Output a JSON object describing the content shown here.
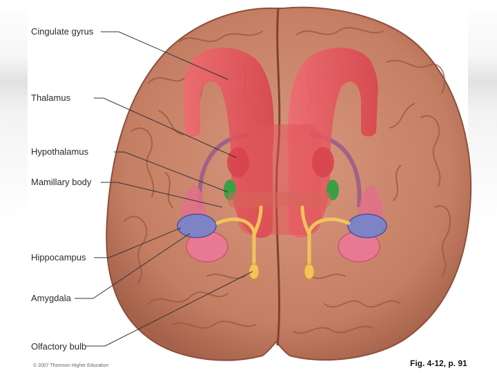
{
  "labels": [
    "Cingulate gyrus",
    "Thalamus",
    "Hypothalamus",
    "Mamillary body",
    "Hippocampus",
    "Amygdala",
    "Olfactory bulb"
  ],
  "copyright": "© 2007 Thomson Higher Education",
  "caption": "Fig. 4-12, p. 91",
  "colors": {
    "brain": "#c9846a",
    "cingulate": "#e2525a",
    "hippocampus": "#7e83c6",
    "amygdala": "#e77a92",
    "olfactory": "#f2c35a",
    "mamillary": "#3aa046"
  }
}
